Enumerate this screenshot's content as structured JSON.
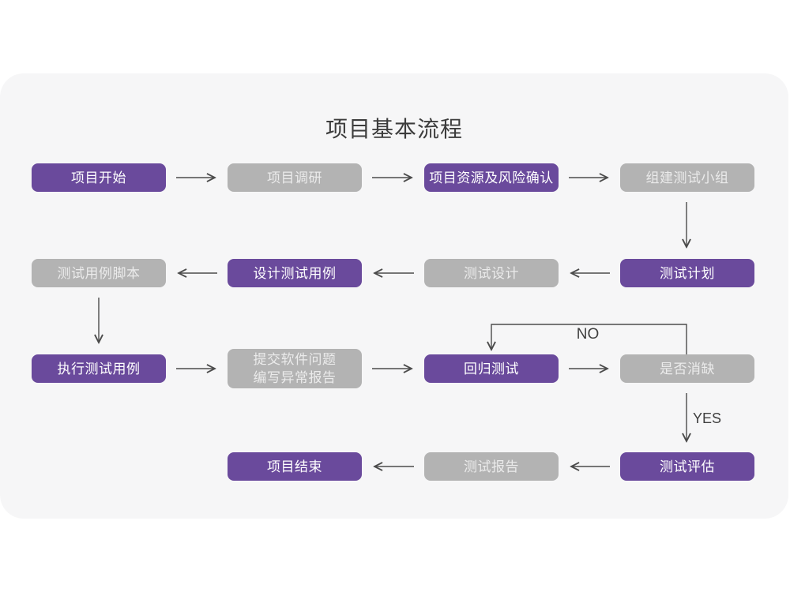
{
  "title": "项目基本流程",
  "flow_labels": {
    "no": "NO",
    "yes": "YES"
  },
  "nodes": [
    {
      "id": "project-start",
      "label": "项目开始",
      "variant": "purple"
    },
    {
      "id": "project-research",
      "label": "项目调研",
      "variant": "gray"
    },
    {
      "id": "resources-risk-confirm",
      "label": "项目资源及风险确认",
      "variant": "purple"
    },
    {
      "id": "build-test-team",
      "label": "组建测试小组",
      "variant": "gray"
    },
    {
      "id": "test-plan",
      "label": "测试计划",
      "variant": "purple"
    },
    {
      "id": "test-design",
      "label": "测试设计",
      "variant": "gray"
    },
    {
      "id": "design-test-cases",
      "label": "设计测试用例",
      "variant": "purple"
    },
    {
      "id": "test-case-scripts",
      "label": "测试用例脚本",
      "variant": "gray"
    },
    {
      "id": "execute-test-cases",
      "label": "执行测试用例",
      "variant": "purple"
    },
    {
      "id": "submit-issues-report",
      "label": "提交软件问题\n编写异常报告",
      "variant": "gray"
    },
    {
      "id": "regression-test",
      "label": "回归测试",
      "variant": "purple"
    },
    {
      "id": "defect-resolved",
      "label": "是否消缺",
      "variant": "gray"
    },
    {
      "id": "test-evaluation",
      "label": "测试评估",
      "variant": "purple"
    },
    {
      "id": "test-report",
      "label": "测试报告",
      "variant": "gray"
    },
    {
      "id": "project-end",
      "label": "项目结束",
      "variant": "purple"
    }
  ],
  "colors": {
    "accent_purple": "#6A4A9C",
    "node_gray": "#B3B3B3",
    "card_background": "#F6F6F7",
    "page_background": "#FFFFFF",
    "arrow": "#4B4B4B",
    "title_text": "#3C3C3C"
  }
}
